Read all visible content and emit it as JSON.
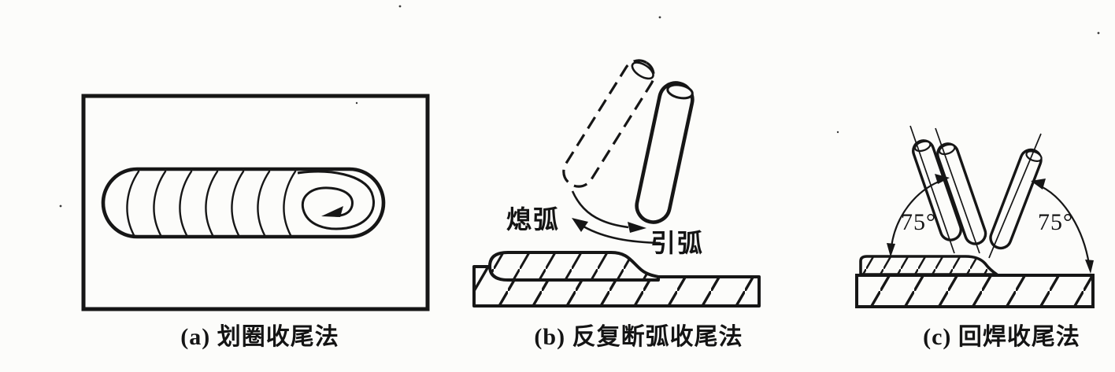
{
  "figure": {
    "background": "#fcfcfa",
    "ink": "#161616",
    "description_texts": [],
    "panels": [
      {
        "key": "a",
        "caption": "(a) 划圈收尾法"
      },
      {
        "key": "b",
        "caption": "(b) 反复断弧收尾法",
        "labels": {
          "extinguish": "熄弧",
          "strike": "引弧"
        }
      },
      {
        "key": "c",
        "caption": "(c) 回焊收尾法",
        "labels": {
          "angle_left": "75°",
          "angle_right": "75°"
        }
      }
    ]
  }
}
